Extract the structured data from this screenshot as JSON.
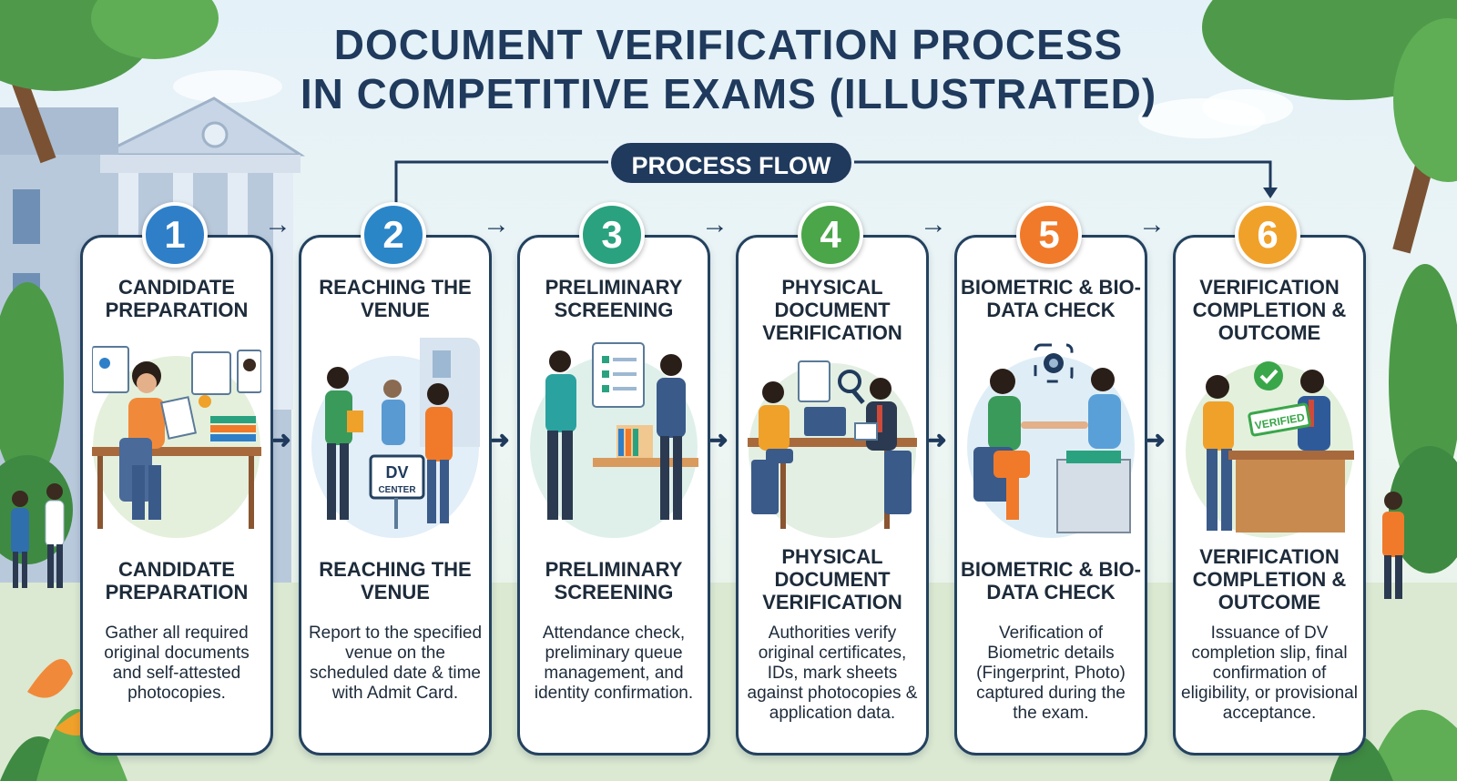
{
  "title_line1": "DOCUMENT VERIFICATION PROCESS",
  "title_line2": "IN COMPETITIVE EXAMS (ILLUSTRATED)",
  "flow_label": "PROCESS FLOW",
  "colors": {
    "step1": "#2f7fc8",
    "step2": "#2b86c8",
    "step3": "#2aa27f",
    "step4": "#4aa649",
    "step5": "#f07a2a",
    "step6": "#f0a12a",
    "navy": "#1f3a5c"
  },
  "illustration_text": {
    "dv_center_line1": "DV",
    "dv_center_line2": "CENTER",
    "verified_stamp": "VERIFIED"
  },
  "steps": [
    {
      "number": "1",
      "title": "CANDIDATE PREPARATION",
      "subtitle": "CANDIDATE PREPARATION",
      "description": "Gather all required original documents and self-attested photocopies."
    },
    {
      "number": "2",
      "title": "REACHING THE VENUE",
      "subtitle": "REACHING THE VENUE",
      "description": "Report to the specified venue on the scheduled date & time with Admit Card."
    },
    {
      "number": "3",
      "title": "PRELIMINARY SCREENING",
      "subtitle": "PRELIMINARY SCREENING",
      "description": "Attendance check, preliminary queue management, and identity confirmation."
    },
    {
      "number": "4",
      "title": "PHYSICAL DOCUMENT VERIFICATION",
      "subtitle": "PHYSICAL DOCUMENT VERIFICATION",
      "description": "Authorities verify original certificates, IDs, mark sheets against photocopies & application data."
    },
    {
      "number": "5",
      "title": "BIOMETRIC & BIO-DATA CHECK",
      "subtitle": "BIOMETRIC & BIO-DATA CHECK",
      "description": "Verification of Biometric details (Fingerprint, Photo) captured during the the exam."
    },
    {
      "number": "6",
      "title": "VERIFICATION COMPLETION & OUTCOME",
      "subtitle": "VERIFICATION COMPLETION & OUTCOME",
      "description": "Issuance of DV completion slip, final confirmation of eligibility, or provisional acceptance."
    }
  ]
}
